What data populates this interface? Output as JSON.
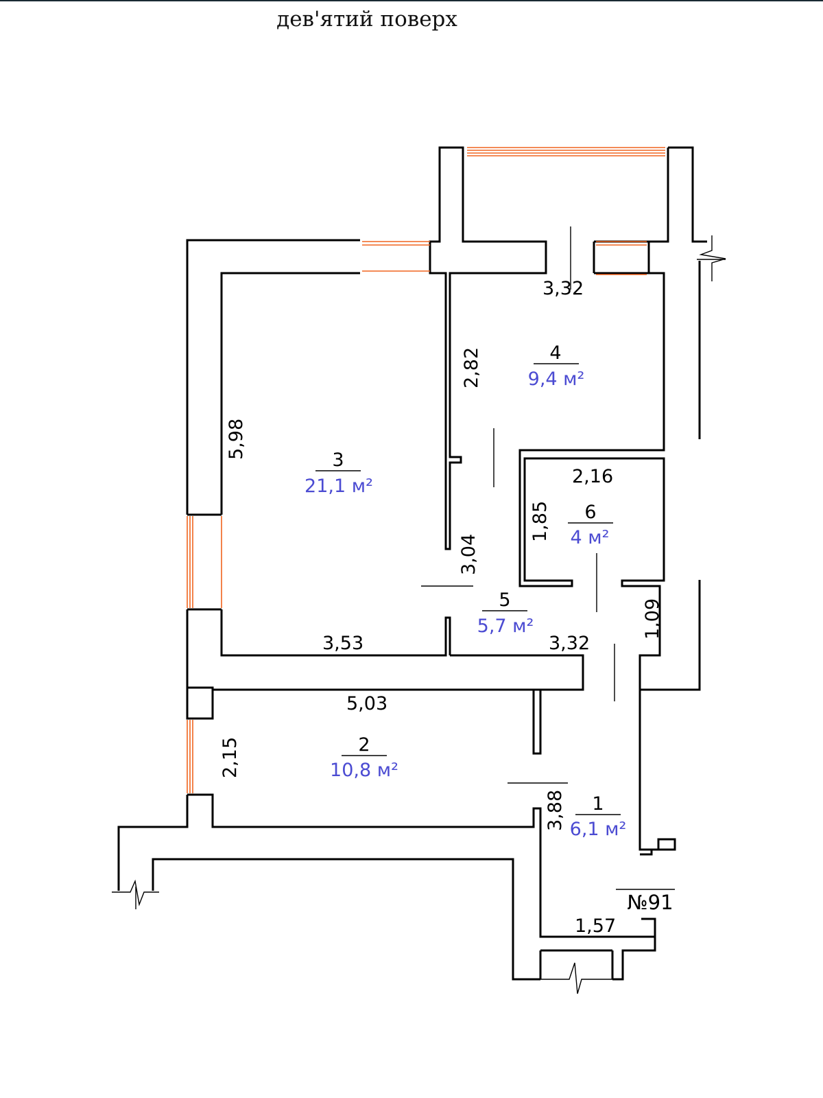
{
  "title": "дев'ятий поверх",
  "unit_number": "№91",
  "colors": {
    "walls": "#000000",
    "windows": "#f0641e",
    "area_text": "#4b4bd2"
  },
  "rooms": [
    {
      "number": "1",
      "area": "6,1 м²"
    },
    {
      "number": "2",
      "area": "10,8 м²"
    },
    {
      "number": "3",
      "area": "21,1 м²"
    },
    {
      "number": "4",
      "area": "9,4 м²"
    },
    {
      "number": "5",
      "area": "5,7 м²"
    },
    {
      "number": "6",
      "area": "4 м²"
    }
  ],
  "dimensions": {
    "d_3_32_top": "3,32",
    "d_2_82": "2,82",
    "d_5_98": "5,98",
    "d_2_16": "2,16",
    "d_1_85": "1,85",
    "d_3_04": "3,04",
    "d_1_09": "1,09",
    "d_3_53": "3,53",
    "d_3_32_mid": "3,32",
    "d_5_03": "5,03",
    "d_2_15": "2,15",
    "d_3_88": "3,88",
    "d_1_57": "1,57"
  }
}
